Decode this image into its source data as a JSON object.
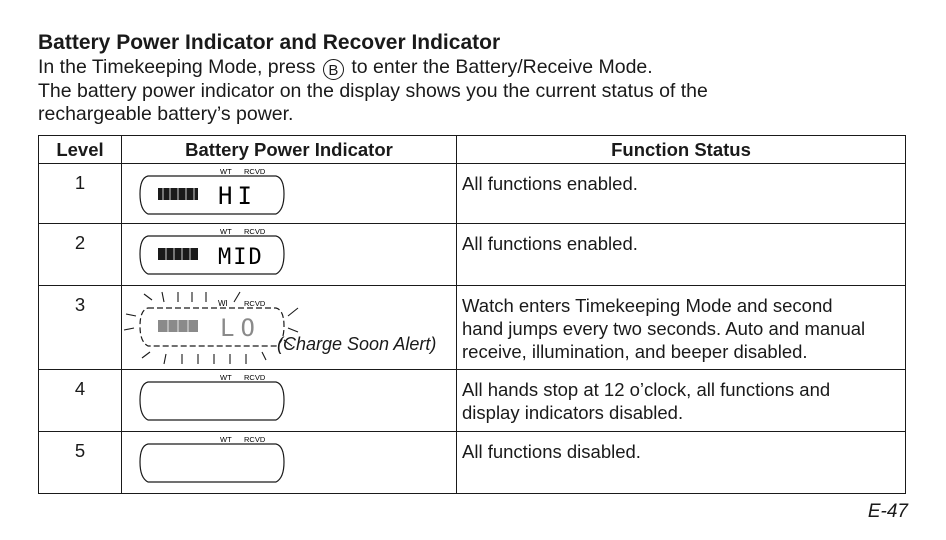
{
  "heading": "Battery Power Indicator and Recover Indicator",
  "intro": {
    "line1_before": "In the Timekeeping Mode, press",
    "button": "B",
    "line1_after": "to enter the Battery/Receive Mode.",
    "line2": "The battery power indicator on the display shows you the current status of the",
    "line3": "rechargeable battery’s power."
  },
  "table": {
    "headers": [
      "Level",
      "Battery Power Indicator",
      "Function Status"
    ],
    "rows": [
      {
        "level": "1",
        "display_text": "HI",
        "wt": "WT",
        "rcvd": "RCVD",
        "status": [
          "All functions enabled."
        ]
      },
      {
        "level": "2",
        "display_text": "MID",
        "wt": "WT",
        "rcvd": "RCVD",
        "status": [
          "All functions enabled."
        ]
      },
      {
        "level": "3",
        "display_text": "LO",
        "wt": "WI",
        "rcvd": "RCVD",
        "alert": "(Charge Soon Alert)",
        "status": [
          "Watch enters Timekeeping Mode and second",
          "hand jumps every two seconds. Auto and manual",
          "receive, illumination, and beeper disabled."
        ]
      },
      {
        "level": "4",
        "display_text": "",
        "wt": "WT",
        "rcvd": "RCVD",
        "status": [
          "All hands stop at 12 o’clock, all functions and",
          "display indicators disabled."
        ]
      },
      {
        "level": "5",
        "display_text": "",
        "wt": "WT",
        "rcvd": "RCVD",
        "status": [
          "All functions disabled."
        ]
      }
    ]
  },
  "page_number": "E-47"
}
